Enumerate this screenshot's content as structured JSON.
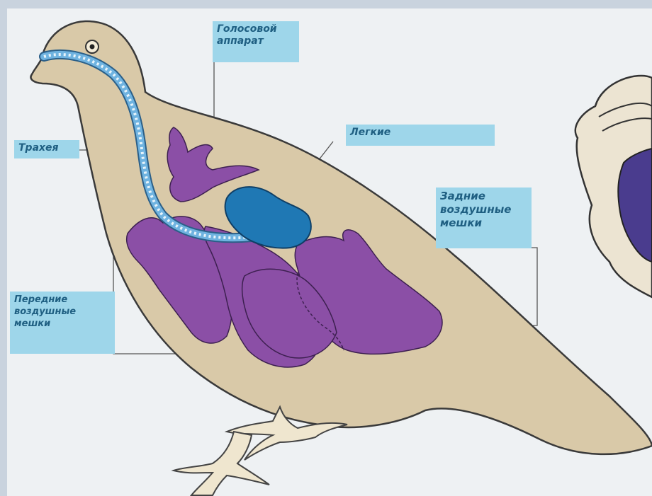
{
  "labels": {
    "voice_apparatus": [
      "Голосовой",
      "аппарат"
    ],
    "trachea": "Трахея",
    "lungs": "Легкие",
    "rear_air_sacs": [
      "Задние",
      "воздушные",
      "мешки"
    ],
    "front_air_sacs": [
      "Передние",
      "воздушные",
      "мешки"
    ]
  },
  "colors": {
    "background": "#c9d3de",
    "paper": "#f1f3f5",
    "bird_body": "#d9c9a8",
    "air_sacs": "#8b4fa6",
    "lungs": "#1f78b4",
    "trachea": "#3a86b8",
    "label_bg": "#9ed6ea",
    "label_text": "#1f5f82"
  }
}
